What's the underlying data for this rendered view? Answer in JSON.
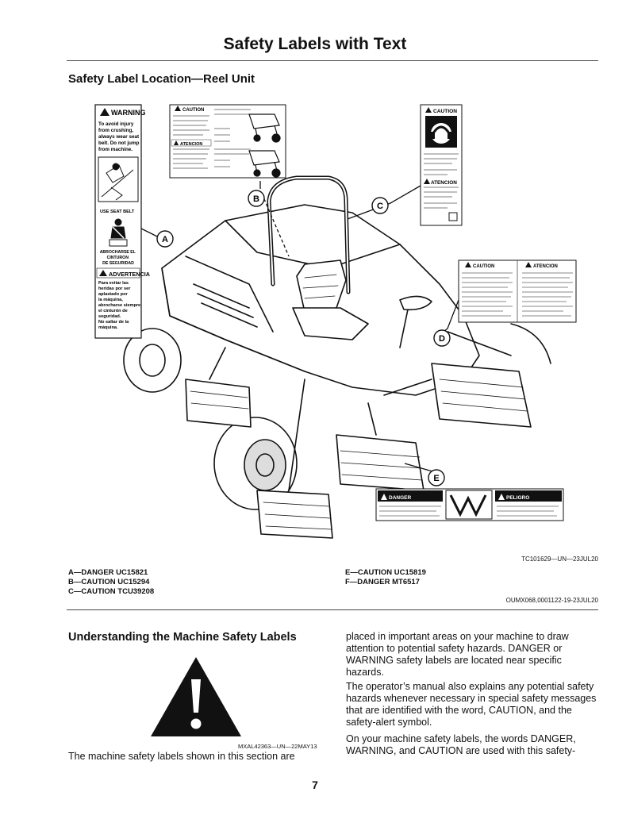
{
  "header": {
    "title": "Safety Labels with Text"
  },
  "section": {
    "heading": "Safety Label Location—Reel Unit"
  },
  "figure": {
    "code": "TC101629—UN—23JUL20",
    "callouts": [
      "A",
      "B",
      "C",
      "D",
      "E"
    ],
    "label_a": {
      "warning_word": "WARNING",
      "warning_text": [
        "To avoid injury",
        "from crushing,",
        "always wear seat",
        "belt. Do not jump",
        "from machine."
      ],
      "seat_belt_text": "USE SEAT BELT",
      "spanish_seat_belt_text": [
        "ABROCHARSE EL",
        "CINTURON",
        "DE SEGURIDAD"
      ],
      "advertencia_word": "ADVERTENCIA",
      "spanish_text": [
        "Para evitar las",
        "heridas por ser",
        "aplastado por",
        "la máquina,",
        "abrocharse siempre",
        "el cinturón de",
        "seguridad.",
        "No saltar de la",
        "máquina."
      ]
    },
    "label_b": {
      "caution_word": "CAUTION",
      "atencion_word": "ATENCION"
    },
    "label_c": {
      "caution_word": "CAUTION",
      "atencion_word": "ATENCION"
    },
    "label_d": {
      "caution_word": "CAUTION",
      "atencion_word": "ATENCION"
    },
    "label_e": {
      "danger_word": "DANGER",
      "peligro_word": "PELIGRO"
    }
  },
  "legend": {
    "left": [
      "A—DANGER UC15821",
      "B—CAUTION UC15294",
      "C—CAUTION TCU39208"
    ],
    "right": [
      "E—CAUTION UC15819",
      "F—DANGER MT6517"
    ]
  },
  "doc_code": "OUMX068,0001122-19-23JUL20",
  "understanding": {
    "heading": "Understanding the Machine Safety Labels",
    "image_code": "MXAL42363—UN—22MAY13",
    "left_text": "The machine safety labels shown in this section are",
    "para1": "placed in important areas on your machine to draw attention to potential safety hazards. DANGER or WARNING safety labels are located near specific hazards.",
    "para2": "The operator’s manual also explains any potential safety hazards whenever necessary in special safety messages that are identified with the word, CAUTION, and the safety-alert symbol.",
    "para3": "On your machine safety labels, the words DANGER, WARNING, and CAUTION are used with this safety-"
  },
  "footer": {
    "page_number": "7"
  }
}
